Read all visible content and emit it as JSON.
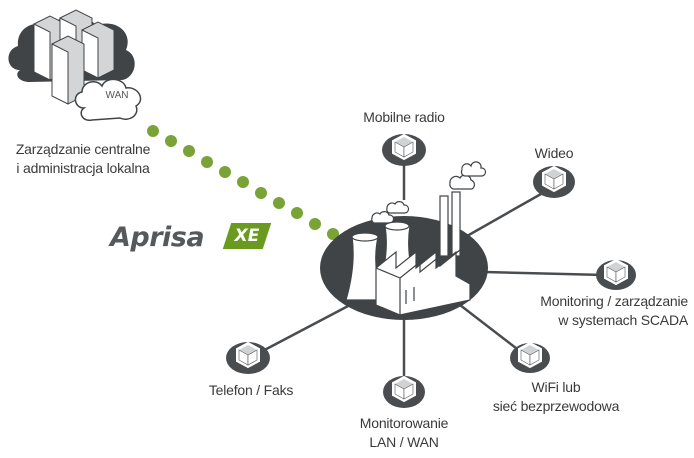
{
  "labels": {
    "central_line1": "Zarządzanie centralne",
    "central_line2": "i administracja lokalna",
    "wan_cloud": "WAN",
    "mobile_radio": "Mobilne radio",
    "video": "Wideo",
    "monitoring_line1": "Monitoring / zarządzanie",
    "monitoring_line2": "w systemach SCADA",
    "wifi_line1": "WiFi lub",
    "wifi_line2": "sieć bezprzewodowa",
    "lanwan_line1": "Monitorowanie",
    "lanwan_line2": "LAN / WAN",
    "phone": "Telefon / Faks"
  },
  "brand": {
    "name": "Aprisa",
    "badge": "XE"
  },
  "colors": {
    "hub": "#414447",
    "device": "#4a4d50",
    "dots": "#79a336",
    "badge": "#6a9a1f",
    "line": "#4a4d50",
    "text": "#3a3a3a"
  },
  "icons": [
    "server-stack-icon",
    "cloud-icon",
    "factory-icon",
    "device-cube-icon"
  ]
}
